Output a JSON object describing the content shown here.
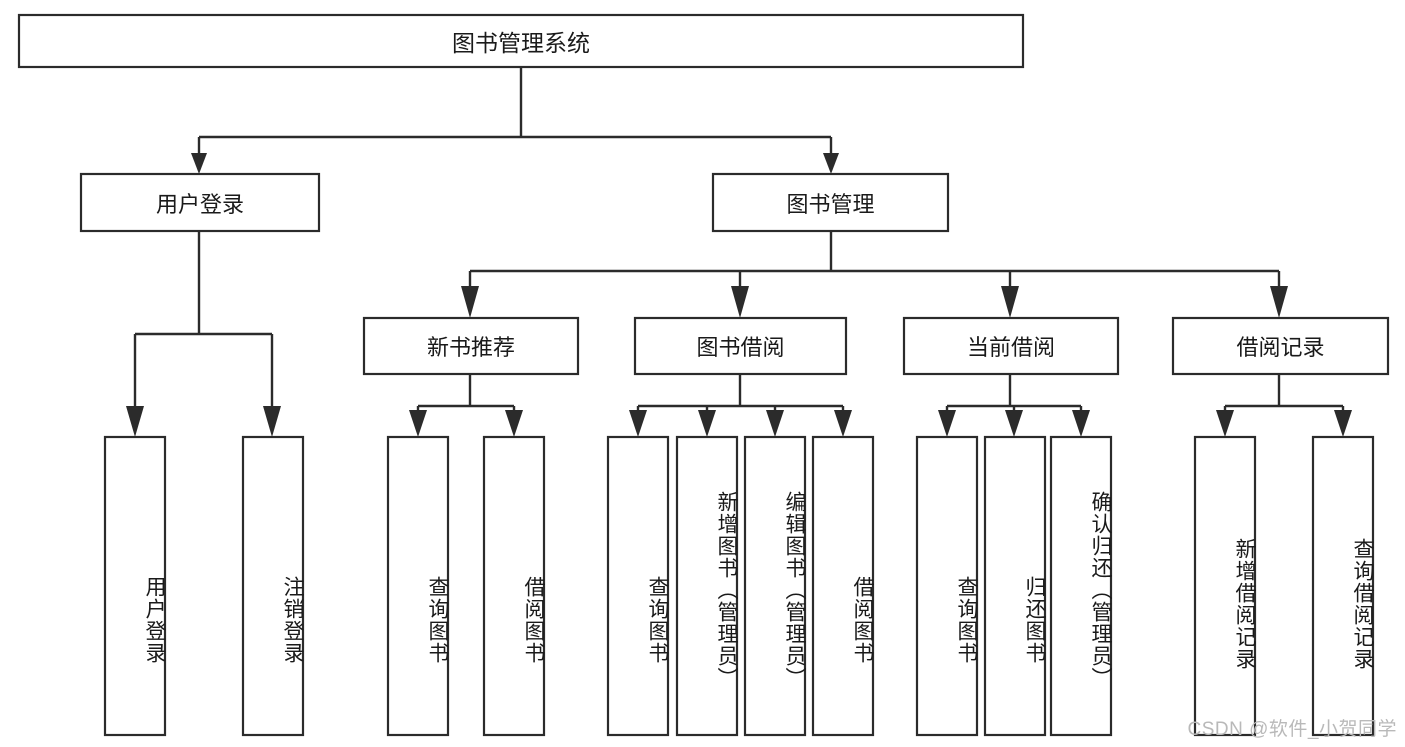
{
  "diagram": {
    "type": "tree-hierarchy",
    "title": "图书管理系统",
    "orientation": "top-down",
    "watermark": "CSDN @软件_小贺同学",
    "colors": {
      "box_stroke": "#2b2b2b",
      "box_fill": "#ffffff",
      "connector": "#2b2b2b",
      "text": "#1a1a1a",
      "watermark": "#b9b9b9",
      "background": "#ffffff"
    },
    "root": {
      "label": "图书管理系统"
    },
    "level2": [
      {
        "id": "user-login",
        "label": "用户登录"
      },
      {
        "id": "book-management",
        "label": "图书管理"
      }
    ],
    "level3": [
      {
        "id": "new-book-recommend",
        "label": "新书推荐",
        "parent": "book-management"
      },
      {
        "id": "book-borrow",
        "label": "图书借阅",
        "parent": "book-management"
      },
      {
        "id": "current-borrow",
        "label": "当前借阅",
        "parent": "book-management"
      },
      {
        "id": "borrow-record",
        "label": "借阅记录",
        "parent": "book-management"
      }
    ],
    "leaves": {
      "user-login": [
        {
          "id": "leaf-user-login",
          "label": "用户登录"
        },
        {
          "id": "leaf-logout-login",
          "label": "注销登录"
        }
      ],
      "new-book-recommend": [
        {
          "id": "leaf-query-book-1",
          "label": "查询图书"
        },
        {
          "id": "leaf-borrow-book-1",
          "label": "借阅图书"
        }
      ],
      "book-borrow": [
        {
          "id": "leaf-query-book-2",
          "label": "查询图书"
        },
        {
          "id": "leaf-add-book",
          "label": "新增图书（管理员）"
        },
        {
          "id": "leaf-edit-book",
          "label": "编辑图书（管理员）"
        },
        {
          "id": "leaf-borrow-book-2",
          "label": "借阅图书"
        }
      ],
      "current-borrow": [
        {
          "id": "leaf-query-book-3",
          "label": "查询图书"
        },
        {
          "id": "leaf-return-book",
          "label": "归还图书"
        },
        {
          "id": "leaf-confirm-return",
          "label": "确认归还（管理员）"
        }
      ],
      "borrow-record": [
        {
          "id": "leaf-add-record",
          "label": "新增借阅记录"
        },
        {
          "id": "leaf-query-record",
          "label": "查询借阅记录"
        }
      ]
    }
  }
}
